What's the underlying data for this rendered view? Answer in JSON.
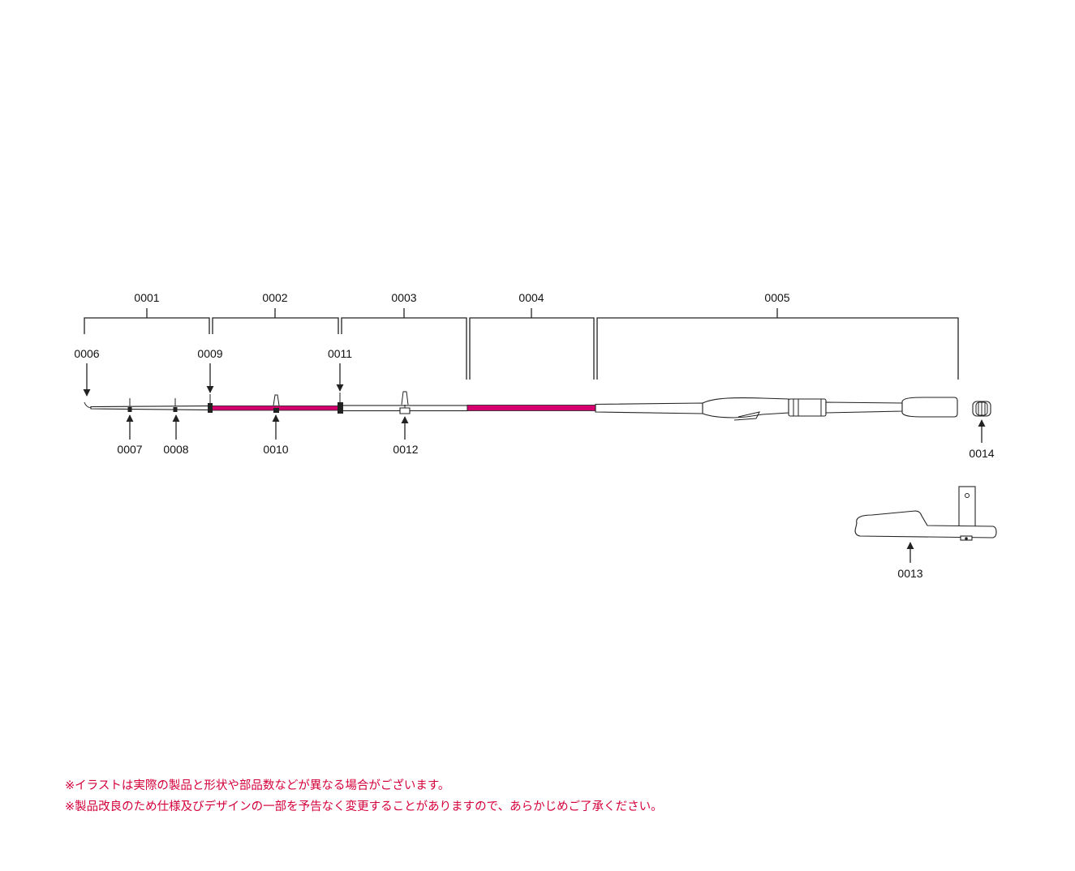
{
  "colors": {
    "accent": "#d4006e",
    "note_text": "#d4003a",
    "line": "#222222"
  },
  "sections": [
    {
      "id": "0001",
      "label": "0001"
    },
    {
      "id": "0002",
      "label": "0002"
    },
    {
      "id": "0003",
      "label": "0003"
    },
    {
      "id": "0004",
      "label": "0004"
    },
    {
      "id": "0005",
      "label": "0005"
    }
  ],
  "callouts": {
    "p0006": "0006",
    "p0007": "0007",
    "p0008": "0008",
    "p0009": "0009",
    "p0010": "0010",
    "p0011": "0011",
    "p0012": "0012",
    "p0013": "0013",
    "p0014": "0014"
  },
  "notes": [
    "※イラストは実際の製品と形状や部品数などが異なる場合がございます。",
    "※製品改良のため仕様及びデザインの一部を予告なく変更することがありますので、あらかじめご了承ください。"
  ]
}
